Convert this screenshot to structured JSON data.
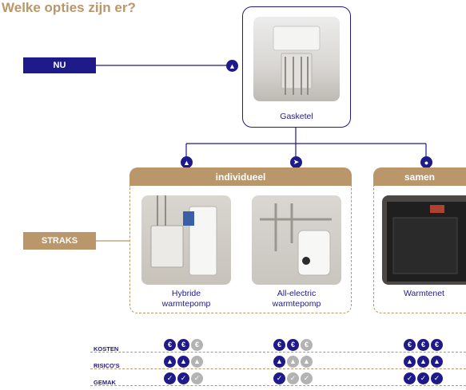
{
  "title": "Welke opties zijn er?",
  "labels": {
    "nu": "NU",
    "straks": "STRAKS"
  },
  "current": {
    "caption": "Gasketel"
  },
  "groups": {
    "individueel": "individueel",
    "samen": "samen"
  },
  "options": [
    {
      "caption_line1": "Hybride",
      "caption_line2": "warmtepomp"
    },
    {
      "caption_line1": "All-electric",
      "caption_line2": "warmtepomp"
    },
    {
      "caption_line1": "Warmtenet",
      "caption_line2": ""
    }
  ],
  "ratings": {
    "rows": [
      "KOSTEN",
      "RISICO'S",
      "GEMAK"
    ],
    "symbols": {
      "KOSTEN": "€",
      "RISICO'S": "▲",
      "GEMAK": "✓"
    },
    "values": [
      [
        2,
        2,
        3
      ],
      [
        2,
        1,
        3
      ],
      [
        2,
        1,
        3
      ]
    ],
    "max": 3
  },
  "colors": {
    "navy": "#1f1a8a",
    "gold": "#b9976b",
    "grey": "#b3b3b3"
  },
  "icons": {
    "current": "flame-icon",
    "option1": "flame-lightning-icon",
    "option2": "lightning-icon",
    "option3": "heat-network-icon"
  }
}
